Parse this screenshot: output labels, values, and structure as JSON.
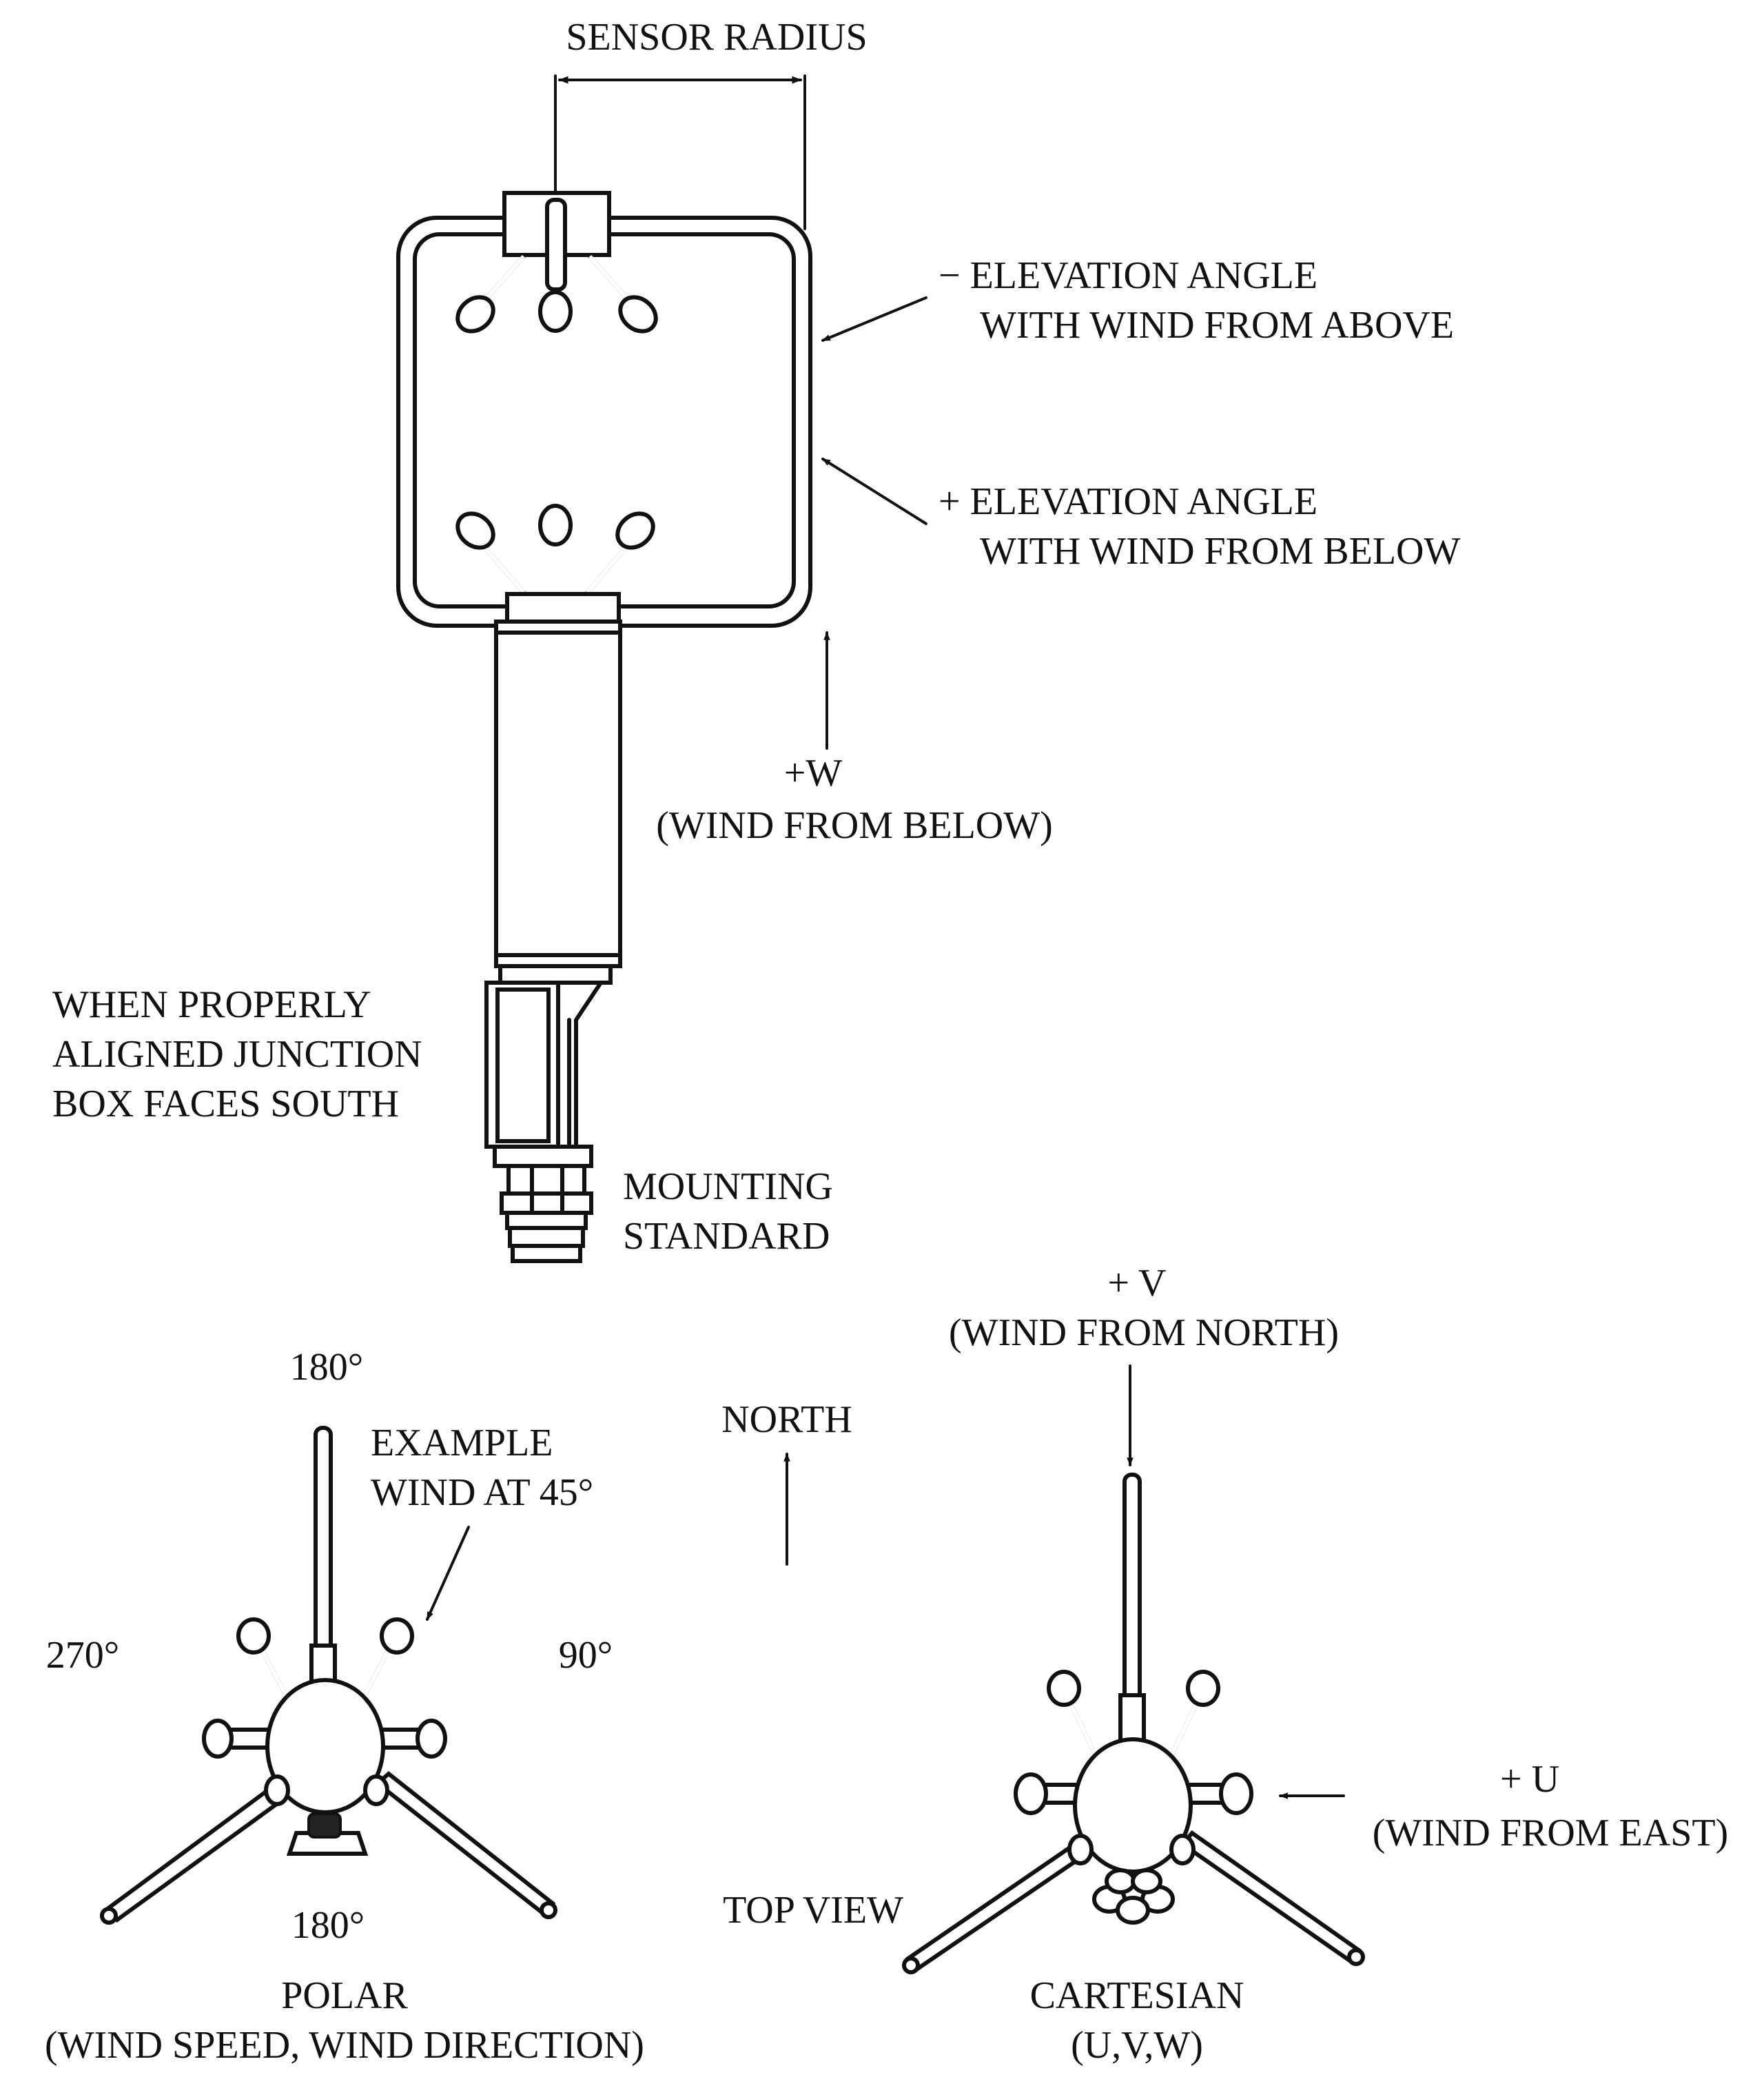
{
  "colors": {
    "ink": "#111111",
    "paper": "#ffffff"
  },
  "labels": {
    "sensor_radius": "SENSOR RADIUS",
    "neg_elev_1": "− ELEVATION ANGLE",
    "neg_elev_2": "WITH WIND FROM ABOVE",
    "pos_elev_1": "+ ELEVATION ANGLE",
    "pos_elev_2": "WITH WIND FROM BELOW",
    "plus_w": "+W",
    "w_desc": "(WIND FROM BELOW)",
    "junction_1": "WHEN PROPERLY",
    "junction_2": "ALIGNED JUNCTION",
    "junction_3": "BOX FACES SOUTH",
    "mounting_1": "MOUNTING",
    "mounting_2": "STANDARD",
    "plus_v": "+ V",
    "v_desc": "(WIND FROM NORTH)",
    "north": "NORTH",
    "deg_top": "180°",
    "example_1": "EXAMPLE",
    "example_2": "WIND AT 45°",
    "deg_left": "270°",
    "deg_right": "90°",
    "deg_bottom": "180°",
    "plus_u": "+ U",
    "u_desc": "(WIND FROM EAST)",
    "top_view": "TOP VIEW",
    "polar_1": "POLAR",
    "polar_2": "(WIND SPEED, WIND DIRECTION)",
    "cartesian_1": "CARTESIAN",
    "cartesian_2": "(U,V,W)"
  }
}
